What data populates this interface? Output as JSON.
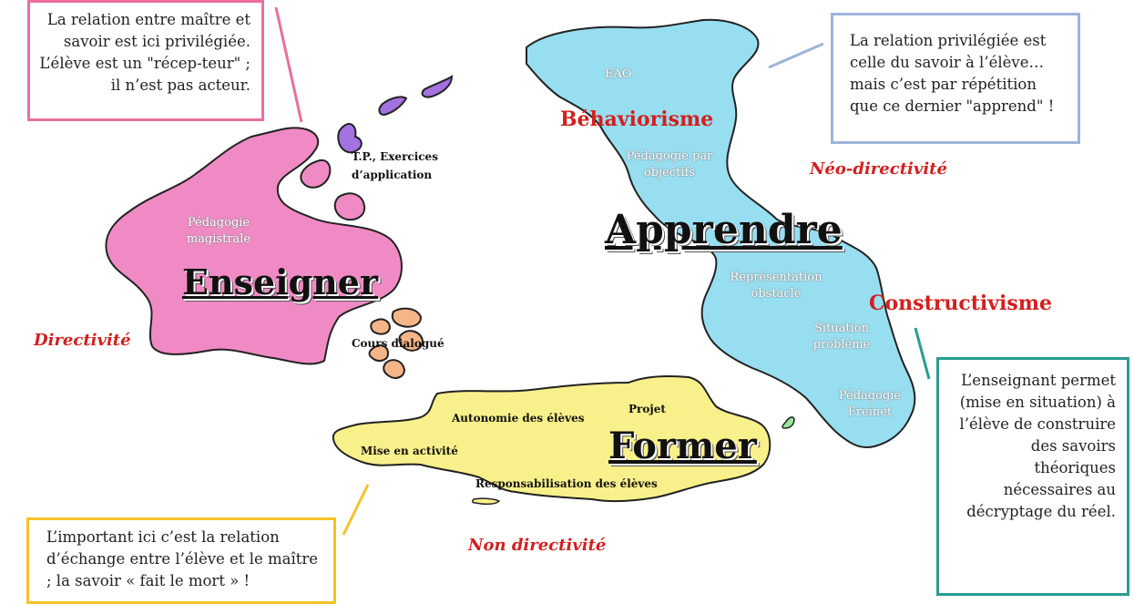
{
  "callouts": {
    "maitre_savoir": "La relation entre maître et savoir est ici privilégiée. L’élève est un \"récep-teur\" ; il n’est pas acteur.",
    "savoir_eleve": "La relation privilégiée est celle du savoir à l’élève… mais c’est par répétition que ce dernier \"apprend\" !",
    "enseignant": "L’enseignant permet (mise en situation) à l’élève de construire des savoirs théoriques nécessaires au décryptage du réel.",
    "echange": "L’important ici c’est la relation d’échange entre l’élève et le maître ; la savoir « fait le mort » !"
  },
  "islands": {
    "enseigner": {
      "title": "Enseigner",
      "pedagogie": "Pédagogie magistrale",
      "tp": "T.P., Exercices d’application",
      "cours": "Cours dialogué"
    },
    "apprendre": {
      "title": "Apprendre",
      "eao": "EAO",
      "objectifs": "Pédagogie par objectifs",
      "representation": "Représentation obstacle",
      "situation": "Situation problème",
      "freinet": "Pédagogie Freinet"
    },
    "former": {
      "title": "Former",
      "autonomie": "Autonomie des élèves",
      "projet": "Projet",
      "mise": "Mise en activité",
      "responsabilisation": "Responsabilisation des élèves"
    }
  },
  "currents": {
    "behaviorisme": "Béhaviorisme",
    "constructivisme": "Constructivisme",
    "neo_directivite": "Néo-directivité",
    "directivite": "Directivité",
    "non_directivite": "Non directivité"
  },
  "colors": {
    "pink": "#f08ac4",
    "purple": "#a472e0",
    "orange": "#f6b489",
    "blue": "#97def0",
    "yellow": "#f8f08a",
    "green": "#9be39b",
    "red": "#d41f1f"
  }
}
